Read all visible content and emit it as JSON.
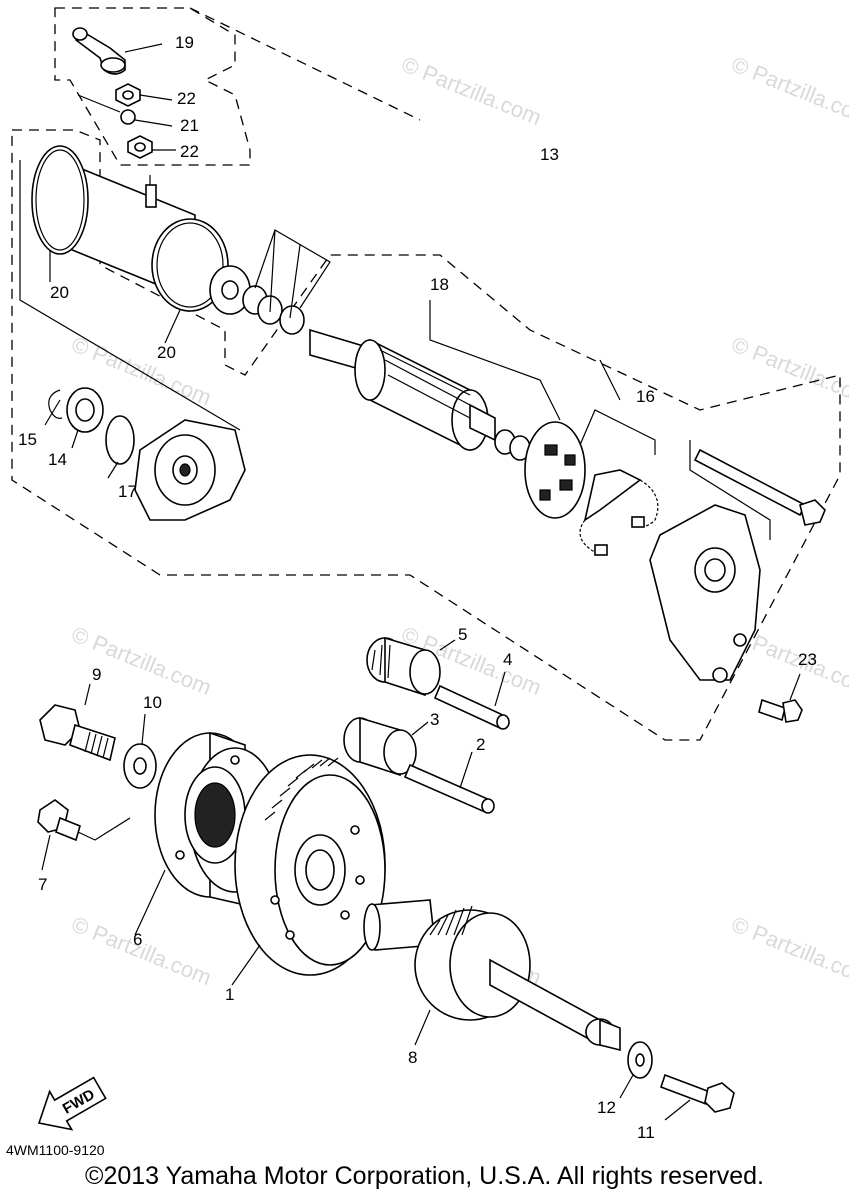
{
  "diagram": {
    "drawing_code": "4WM1100-9120",
    "copyright": "©2013 Yamaha Motor Corporation, U.S.A. All rights reserved.",
    "watermark": "© Partzilla.com",
    "fwd_label": "FWD",
    "callouts": [
      "1",
      "2",
      "3",
      "4",
      "5",
      "6",
      "7",
      "8",
      "9",
      "10",
      "11",
      "12",
      "13",
      "14",
      "15",
      "16",
      "17",
      "18",
      "19",
      "20",
      "20",
      "21",
      "22",
      "22",
      "23"
    ]
  }
}
